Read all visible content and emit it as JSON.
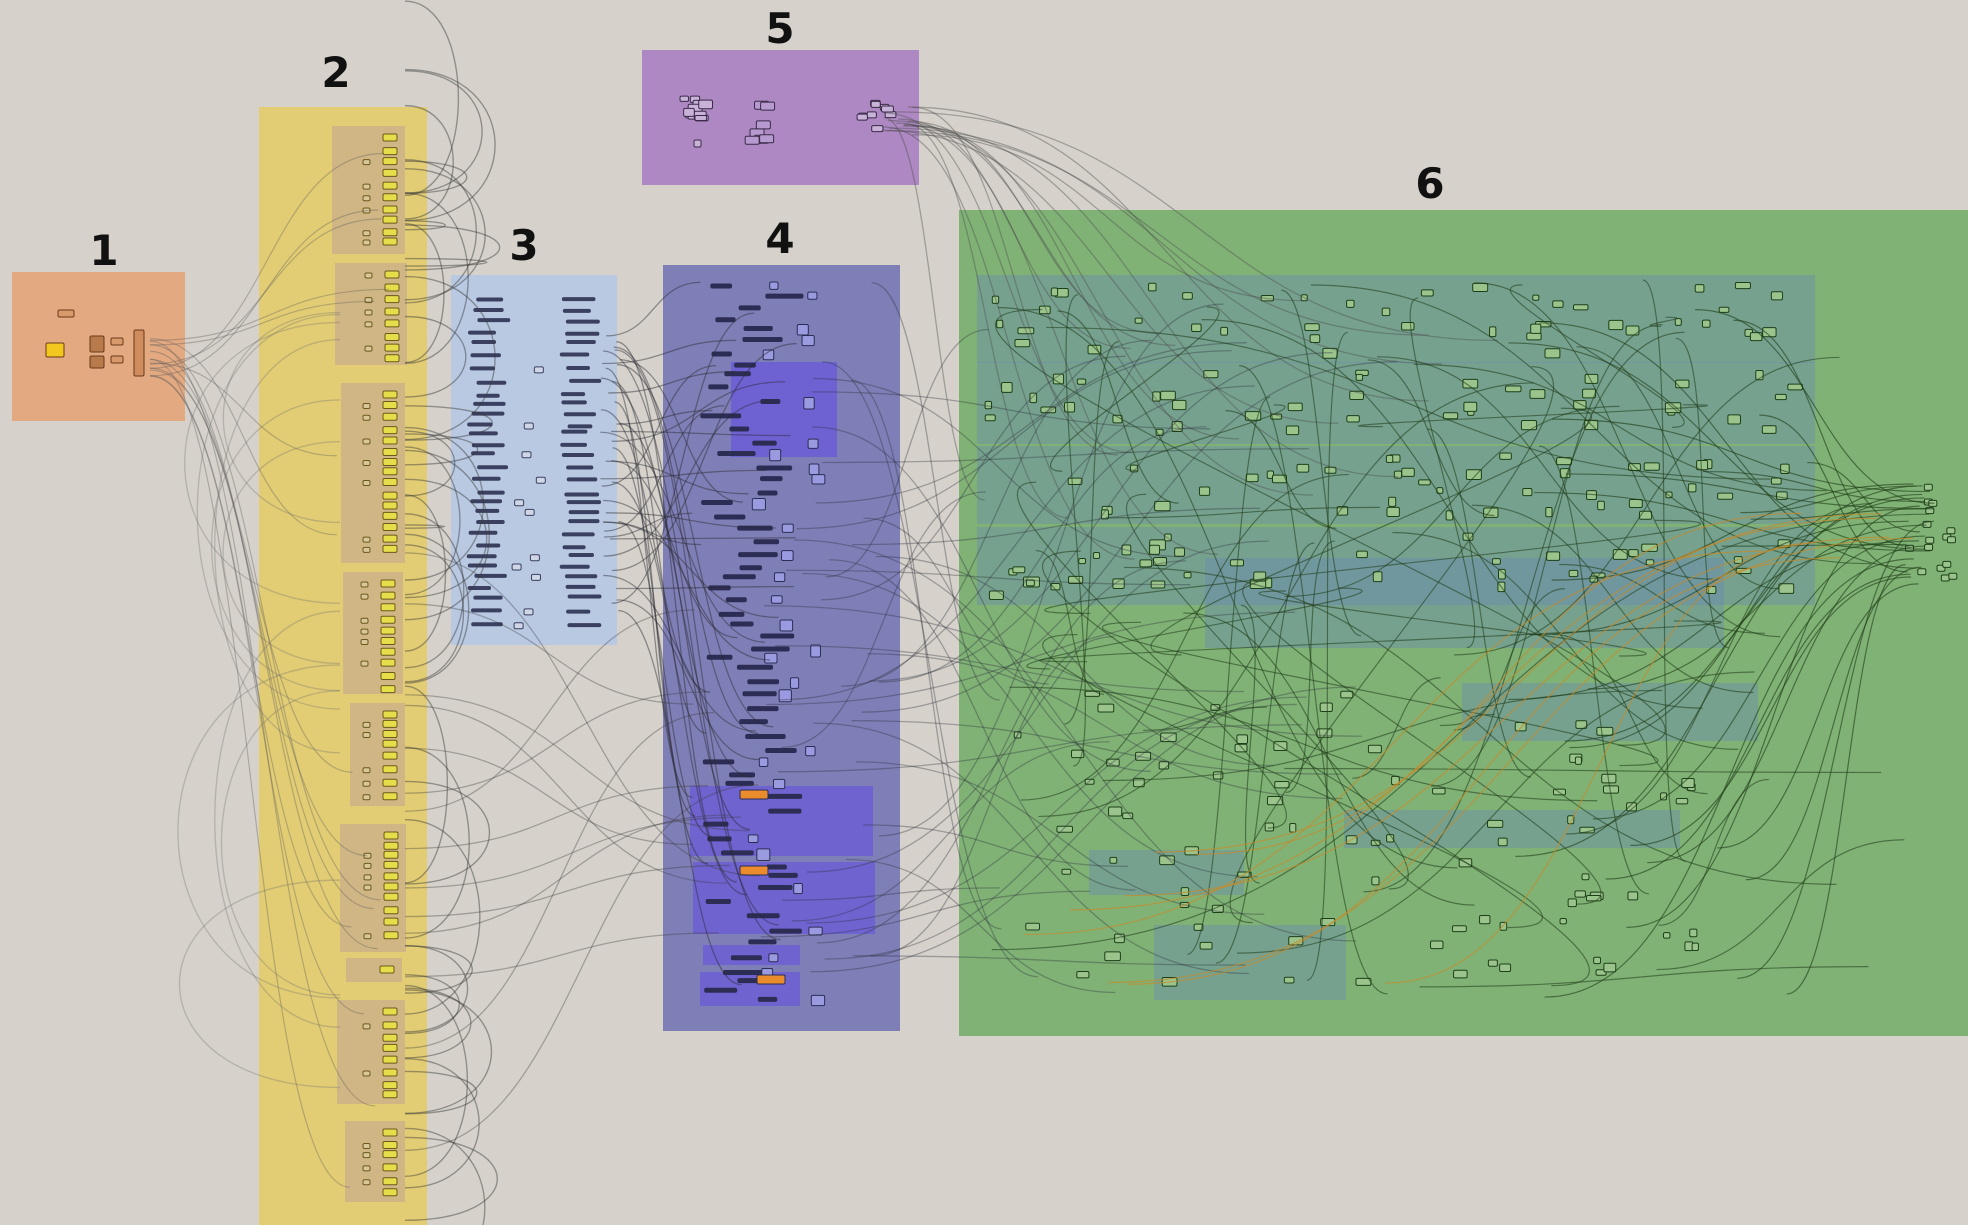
{
  "groups": [
    {
      "id": "g1",
      "label": "1",
      "color": "#e3a981"
    },
    {
      "id": "g2",
      "label": "2",
      "color": "#e2cd74"
    },
    {
      "id": "g3",
      "label": "3",
      "color": "#b9c9e2"
    },
    {
      "id": "g4",
      "label": "4",
      "color": "#7f7fb7"
    },
    {
      "id": "g5",
      "label": "5",
      "color": "#ad88c2"
    },
    {
      "id": "g6",
      "label": "6",
      "color": "#80b276"
    }
  ]
}
